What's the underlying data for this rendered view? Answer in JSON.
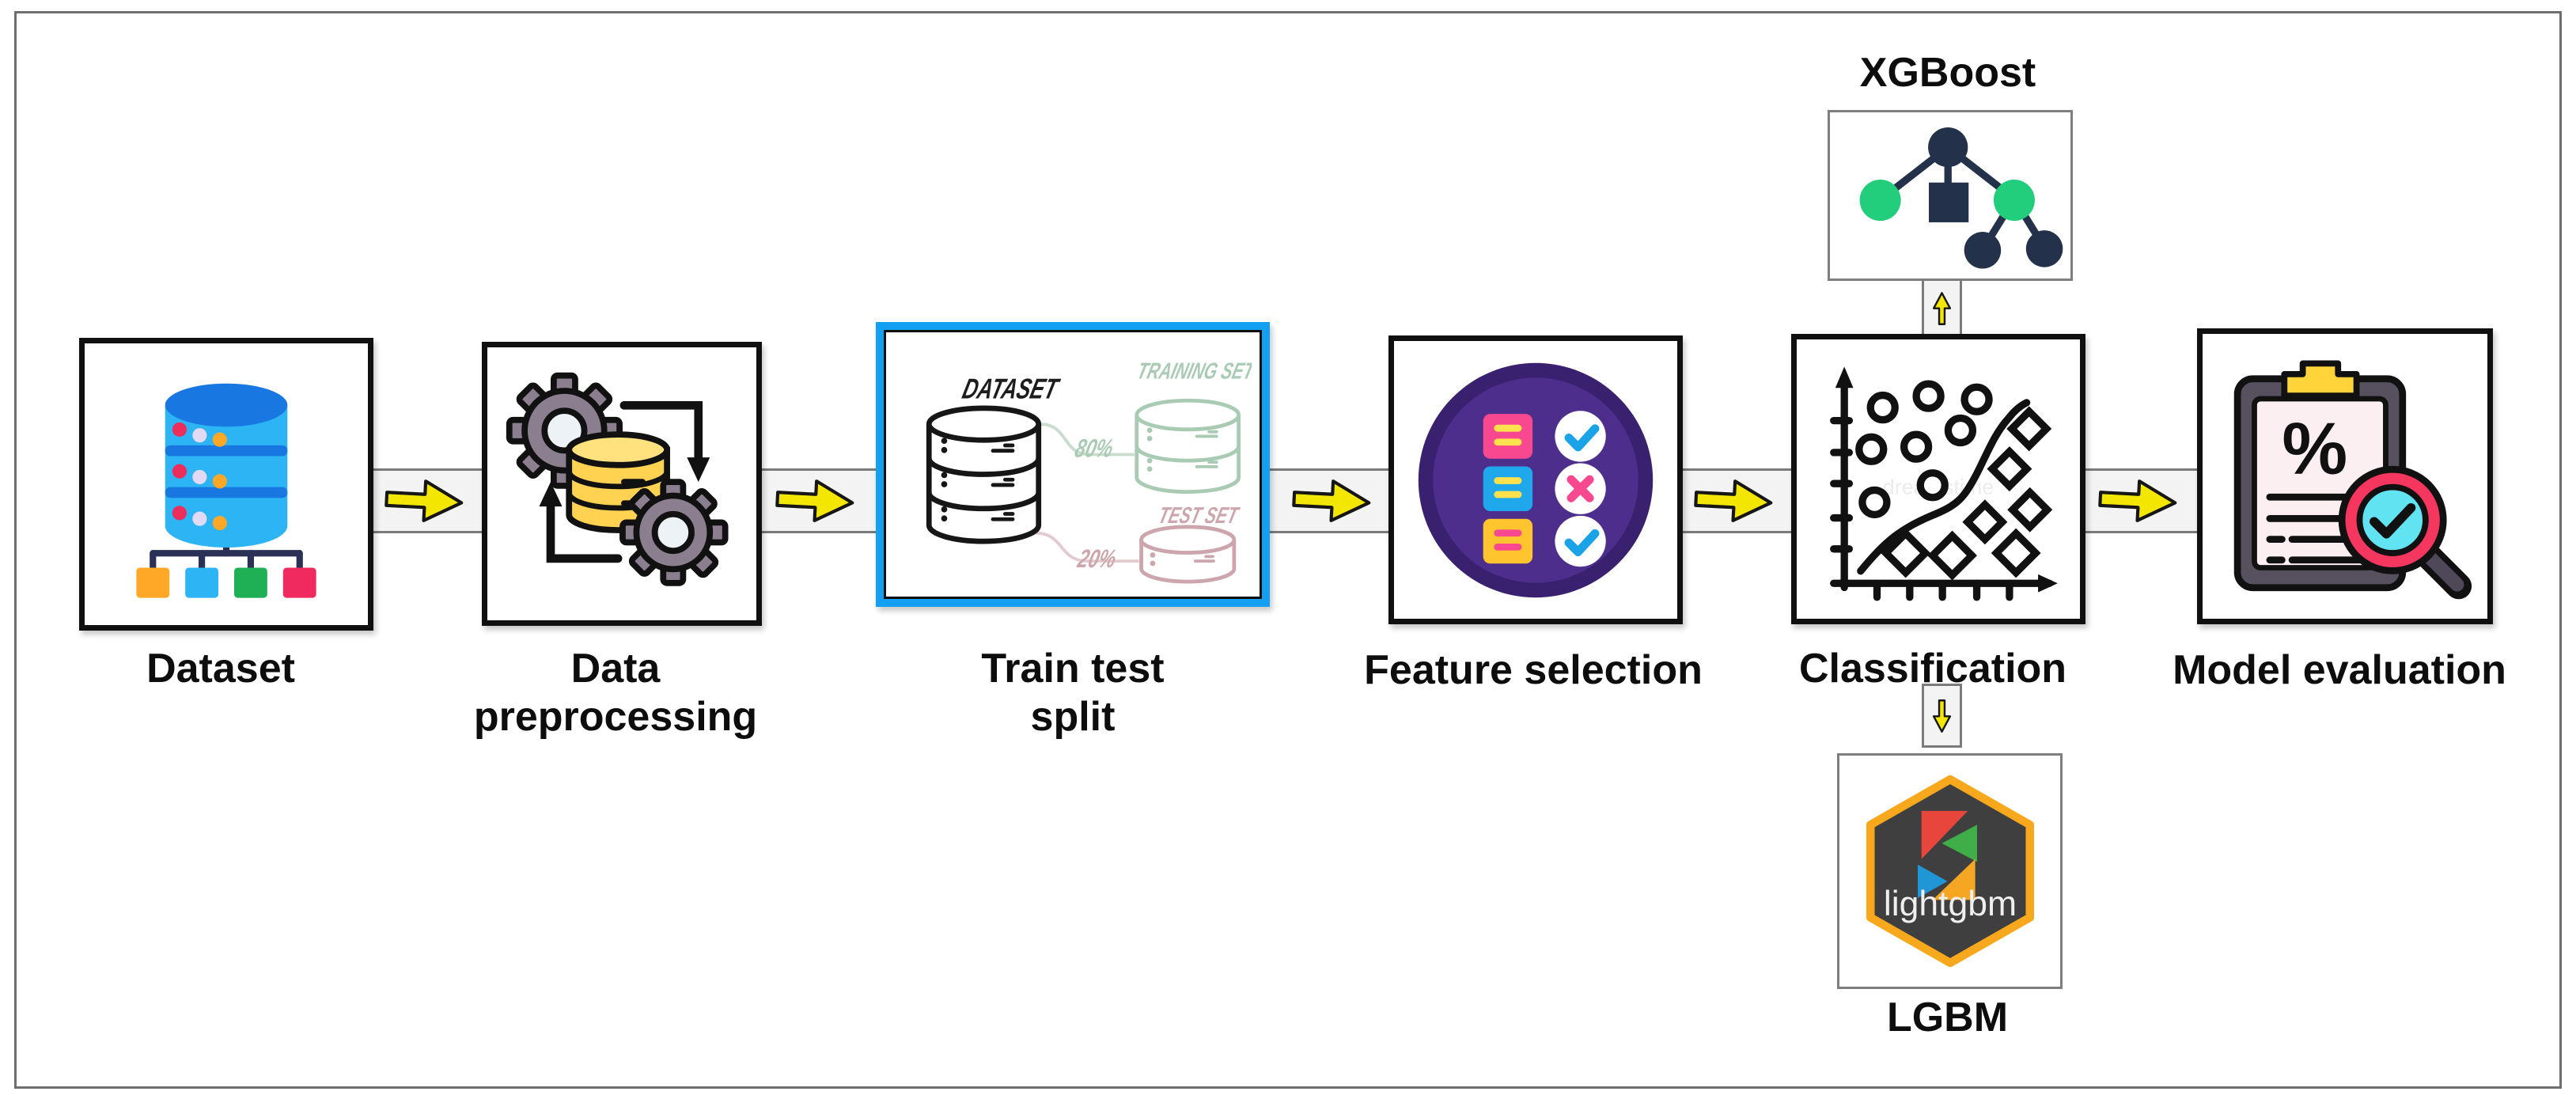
{
  "figure": {
    "steps": [
      {
        "label_lines": [
          "Dataset"
        ]
      },
      {
        "label_lines": [
          "Data",
          "preprocessing"
        ]
      },
      {
        "label_lines": [
          "Train test",
          "split"
        ]
      },
      {
        "label_lines": [
          "Feature selection"
        ]
      },
      {
        "label_lines": [
          "Classification"
        ]
      },
      {
        "label_lines": [
          "Model evaluation"
        ]
      }
    ],
    "split_icon": {
      "dataset_label": "DATASET",
      "training_set_label": "TRAINING SET",
      "training_pct": "80%",
      "test_set_label": "TEST SET",
      "test_pct": "20%"
    },
    "xgboost": {
      "label": "XGBoost"
    },
    "lgbm": {
      "label": "LGBM",
      "logo_text": "lightgbm"
    },
    "watermark": "dreamstime",
    "colors": {
      "arrow_yellow": "#F3E600",
      "highlight_blue": "#14A0F2",
      "box_border_black": "#101010",
      "connector_fill": "#F3F3F3",
      "connector_border": "#7B7B7B",
      "feature_purple": "#4E2E8C",
      "xgboost_navy": "#23324A",
      "xgboost_green": "#22CE7B",
      "lightgbm_orange": "#F7A81C",
      "lightgbm_dark": "#3F3F3F",
      "magnifier_red": "#F5365E",
      "magnifier_cyan": "#62E3F2",
      "database_blue": "#2CB4F4",
      "database_yellow": "#FFD351"
    }
  }
}
